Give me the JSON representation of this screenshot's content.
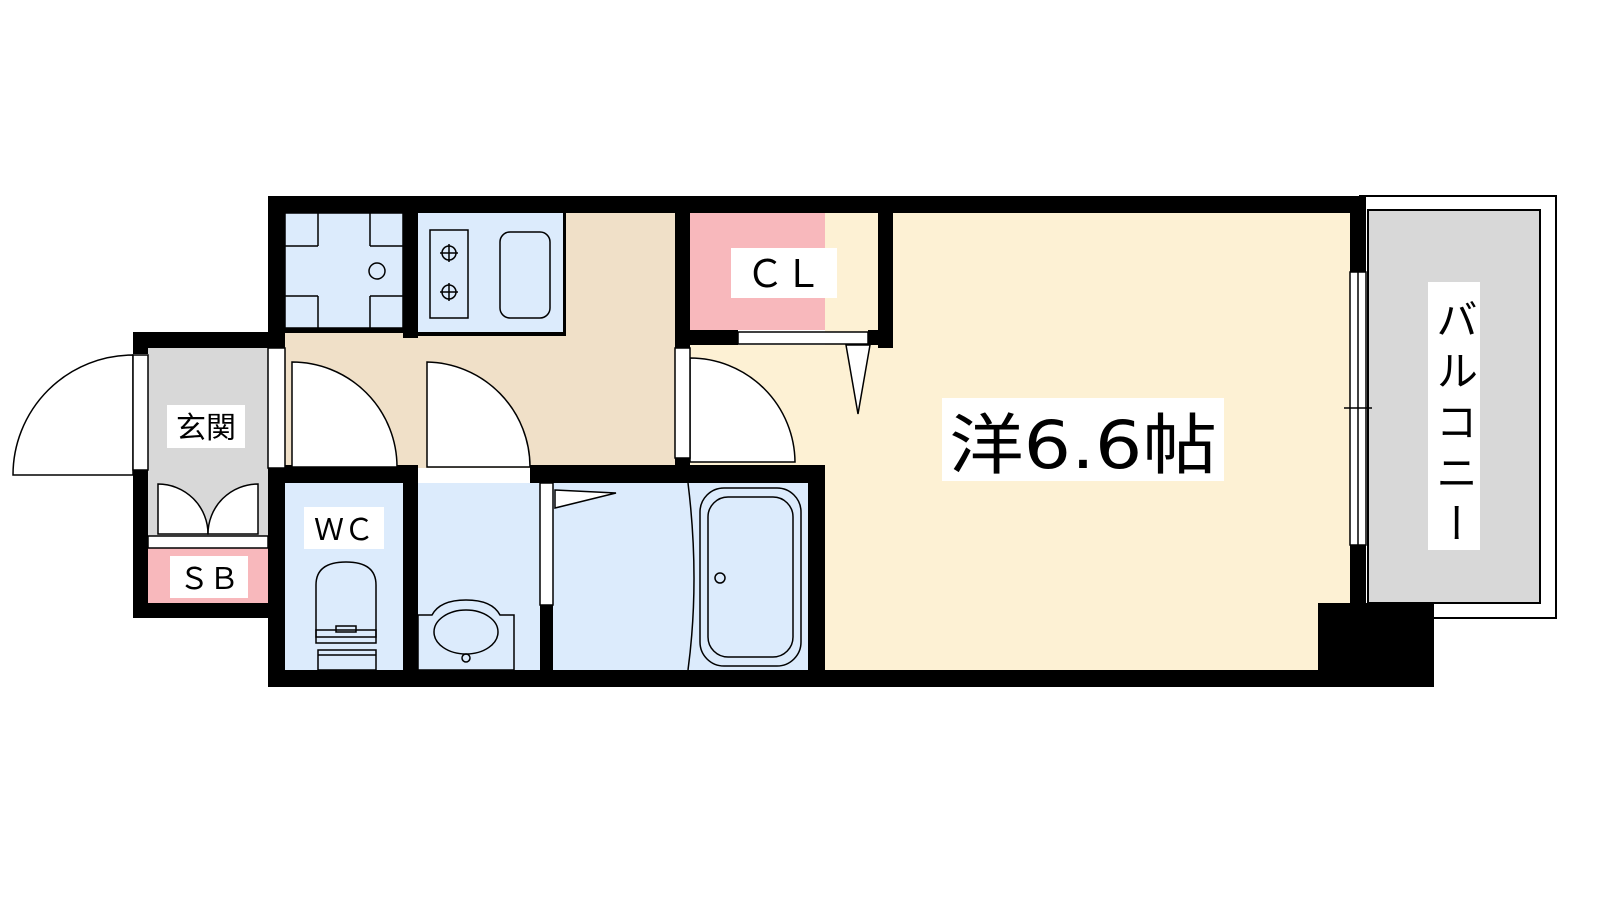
{
  "labels": {
    "entrance": "玄関",
    "shoe_box": "ＳＢ",
    "toilet": "ＷＣ",
    "closet": "ＣＬ",
    "western_room": "洋6.6帖",
    "balcony": "バルコニー"
  },
  "colors": {
    "wall": "#000000",
    "kitchen_floor": "#f0e0c8",
    "wet_area": "#dcebfc",
    "entrance_floor": "#d8d8d8",
    "closet_floor": "#f8b8bc",
    "room_floor": "#fdf1d4",
    "balcony_floor": "#d8d8d8"
  },
  "icons": {
    "stove": "gas-stove-icon",
    "washer": "washing-machine-icon",
    "sink": "kitchen-sink-icon",
    "toilet": "toilet-icon",
    "basin": "wash-basin-icon",
    "bathtub": "bathtub-icon"
  }
}
